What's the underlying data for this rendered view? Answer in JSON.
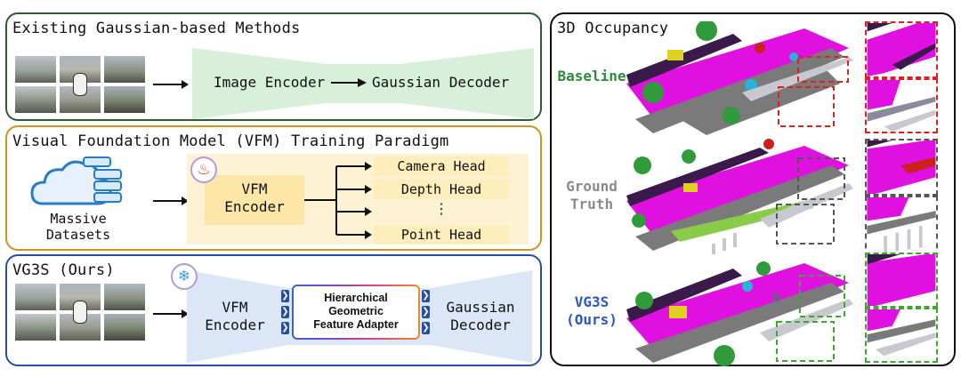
{
  "existing": {
    "title": "Existing Gaussian-based Methods",
    "encoder": "Image Encoder",
    "decoder": "Gaussian Decoder"
  },
  "vfm": {
    "title": "Visual Foundation Model (VFM) Training Paradigm",
    "dataset_line1": "Massive",
    "dataset_line2": "Datasets",
    "encoder_line1": "VFM",
    "encoder_line2": "Encoder",
    "heads": [
      "Camera Head",
      "Depth  Head",
      "⋮",
      "Point  Head"
    ]
  },
  "vg3s": {
    "title": "VG3S (Ours)",
    "encoder_line1": "VFM",
    "encoder_line2": "Encoder",
    "adapter_line1": "Hierarchical",
    "adapter_line2": "Geometric",
    "adapter_line3": "Feature Adapter",
    "decoder_line1": "Gaussian",
    "decoder_line2": "Decoder"
  },
  "occupancy": {
    "title": "3D Occupancy",
    "rows": [
      {
        "line1": "Baseline",
        "line2": "",
        "color": "#2e8b3a",
        "crop_color": "#e02020"
      },
      {
        "line1": "Ground",
        "line2": "Truth",
        "color": "#8a8a8a",
        "crop_color": "#555555"
      },
      {
        "line1": "VG3S",
        "line2": "(Ours)",
        "color": "#2a56c8",
        "crop_color": "#3aaa2a"
      }
    ]
  },
  "colors": {
    "existing_border": "#2e5a34",
    "vfm_border": "#c9961e",
    "vg3s_border": "#2a4e9a",
    "green_fill": "#d8efd9",
    "yellow_fill": "#fdeebb",
    "blue_fill": "#dbe6f7",
    "magenta": "#e010e0",
    "road_gray": "#7a7a7a",
    "vegetation": "#2f9b3a",
    "terrain": "#8a4aa0"
  },
  "icons": [
    "arrow-right-icon",
    "fire-icon",
    "snowflake-icon",
    "cloud-database-icon",
    "car-icon"
  ]
}
